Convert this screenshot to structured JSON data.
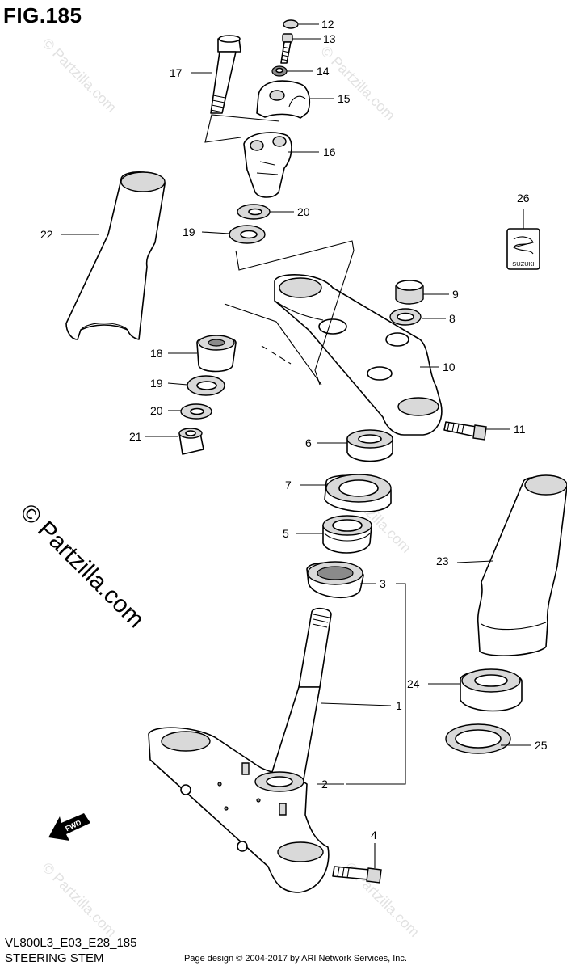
{
  "figure": {
    "title": "FIG.185",
    "model_code": "VL800L3_E03_E28_185",
    "section_name": "STEERING STEM",
    "footer_credit": "Page design © 2004-2017 by ARI Network Services, Inc.",
    "watermark": "© Partzilla.com",
    "watermark_faint": "© Partzilla.com",
    "fwd_label": "FWD",
    "badge_label": "SUZUKI"
  },
  "callouts": [
    "1",
    "2",
    "3",
    "4",
    "5",
    "6",
    "7",
    "8",
    "9",
    "10",
    "11",
    "12",
    "13",
    "14",
    "15",
    "16",
    "17",
    "18",
    "19",
    "19",
    "20",
    "20",
    "21",
    "22",
    "23",
    "24",
    "25",
    "26"
  ],
  "colors": {
    "ink": "#000000",
    "shade": "#d9d9d9",
    "watermark_faint": "#e2e2e2"
  }
}
